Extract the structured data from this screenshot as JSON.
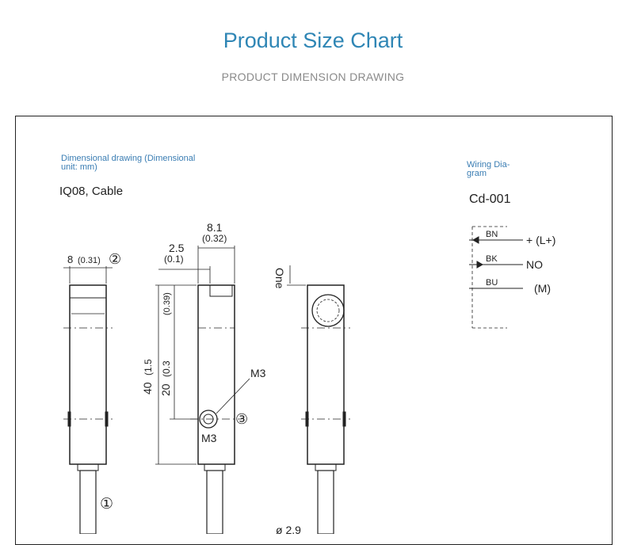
{
  "header": {
    "title": "Product Size Chart",
    "subtitle": "PRODUCT DIMENSION DRAWING"
  },
  "drawing": {
    "caption": "Dimensional drawing (Dimensional unit: mm)",
    "caption_line1": "Dimensional drawing (Dimensional",
    "caption_line2": "unit: mm)",
    "model": "IQ08, Cable",
    "dims": {
      "width": "8",
      "width_in": "(0.31)",
      "depth": "8.1",
      "depth_in": "(0.32)",
      "offset": "2.5",
      "offset_in": "(0.1)",
      "length": "40",
      "length_in": "(1.5",
      "hole_pos": "20",
      "hole_pos_in": "(0.3",
      "top_in": "(0.39)",
      "screw_top": "M3",
      "screw_bottom": "M3",
      "cable_dia": "ø 2.9",
      "side_label": "One"
    },
    "markers": {
      "one": "①",
      "two": "②",
      "three": "③"
    }
  },
  "wiring": {
    "title_line1": "Wiring Dia-",
    "title_line2": "gram",
    "code": "Cd-001",
    "wires": [
      {
        "code": "BN",
        "label": "+ (L+)"
      },
      {
        "code": "BK",
        "label": "NO"
      },
      {
        "code": "BU",
        "label": "(M)"
      }
    ]
  }
}
